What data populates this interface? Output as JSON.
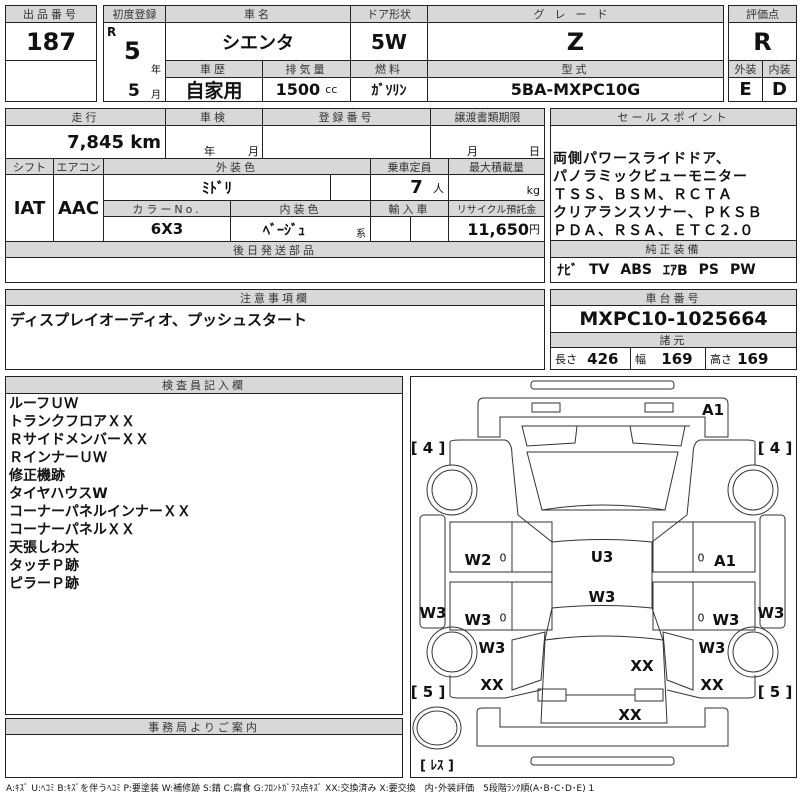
{
  "lot": {
    "label": "出品番号",
    "value": "187"
  },
  "first_reg": {
    "label": "初度登録",
    "era": "R",
    "year": "5",
    "year_unit": "年",
    "month": "5",
    "month_unit": "月"
  },
  "car_name": {
    "label": "車名",
    "value": "シエンタ"
  },
  "door": {
    "label": "ドア形状",
    "value": "5W"
  },
  "grade": {
    "label": "グレード",
    "value": "Z"
  },
  "score": {
    "label": "評価点",
    "value": "R",
    "ext_label": "外装",
    "int_label": "内装",
    "ext": "E",
    "int": "D"
  },
  "history": {
    "label": "車歴",
    "value": "自家用"
  },
  "displacement": {
    "label": "排気量",
    "value": "1500",
    "unit": "cc"
  },
  "fuel": {
    "label": "燃料",
    "value": "ｶﾞｿﾘﾝ"
  },
  "model": {
    "label": "型式",
    "value": "5BA-MXPC10G"
  },
  "mileage": {
    "label": "走行",
    "value": "7,845 km"
  },
  "inspection": {
    "label": "車検",
    "year_unit": "年",
    "month_unit": "月"
  },
  "reg_no": {
    "label": "登録番号"
  },
  "transfer": {
    "label": "譲渡書類期限",
    "month_unit": "月",
    "day_unit": "日"
  },
  "shift": {
    "label": "シフト",
    "value": "IAT"
  },
  "ac": {
    "label": "エアコン",
    "value": "AAC"
  },
  "ext_color": {
    "label": "外装色",
    "value": "ﾐﾄﾞﾘ"
  },
  "capacity": {
    "label": "乗車定員",
    "value": "7",
    "unit": "人"
  },
  "max_load": {
    "label": "最大積載量",
    "unit": "kg"
  },
  "color_no": {
    "label": "カラーNo.",
    "value": "6X3"
  },
  "int_color": {
    "label": "内装色",
    "value": "ﾍﾞｰｼﾞｭ",
    "suffix": "系"
  },
  "import": {
    "label": "輸入車"
  },
  "recycle": {
    "label": "リサイクル預託金",
    "value": "11,650",
    "unit": "円"
  },
  "later_parts": {
    "label": "後日発送部品"
  },
  "sales": {
    "label": "セールスポイント",
    "lines": [
      "両側パワースライドドア、",
      "パノラミックビューモニター",
      "ＴＳＳ、ＢＳＭ、ＲＣＴＡ",
      "クリアランスソナー、ＰＫＳＢ",
      "ＰＤＡ、ＲＳＡ、ＥＴＣ２.０"
    ]
  },
  "equipment": {
    "label": "純正装備",
    "items": [
      "ﾅﾋﾞ",
      "TV",
      "ABS",
      "ｴｱB",
      "PS",
      "PW"
    ]
  },
  "notes": {
    "label": "注意事項欄",
    "value": "ディスプレイオーディオ、プッシュスタート"
  },
  "chassis": {
    "label": "車台番号",
    "value": "MXPC10-1025664"
  },
  "specs": {
    "label": "諸元",
    "length_label": "長さ",
    "length": "426",
    "width_label": "幅",
    "width": "169",
    "height_label": "高さ",
    "height": "169"
  },
  "inspector": {
    "label": "検査員記入欄",
    "lines": [
      "ルーフＵＷ",
      "トランクフロアＸＸ",
      "ＲサイドメンバーＸＸ",
      "ＲインナーＵＷ",
      "修正機跡",
      "タイヤハウスW",
      "コーナーパネルインナーＸＸ",
      "コーナーパネルＸＸ",
      "天張しわ大",
      "タッチＰ跡",
      "ピラーＰ跡"
    ]
  },
  "office": {
    "label": "事務局よりご案内"
  },
  "diagram": {
    "marks": [
      "A1",
      "[ 4 ]",
      "[ 4 ]",
      "W2",
      "0",
      "U3",
      "A1",
      "0",
      "W3",
      "W3",
      "0",
      "W3",
      "W3",
      "0",
      "W3",
      "W3",
      "W3",
      "XX",
      "XX",
      "XX",
      "[ 5 ]",
      "[ 5 ]",
      "XX",
      "[ ﾚｽ ]"
    ]
  },
  "legend": "A:ｷｽﾞ U:ﾍｺﾐ B:ｷｽﾞを伴うﾍｺﾐ P:要塗装 W:補修跡 S:錆 C:腐食 G:ﾌﾛﾝﾄｶﾞﾗｽ点ｷｽﾞ XX:交換済み X:要交換　内･外装評価　5段階ﾗﾝｸ順(A･B･C･D･E) 1"
}
